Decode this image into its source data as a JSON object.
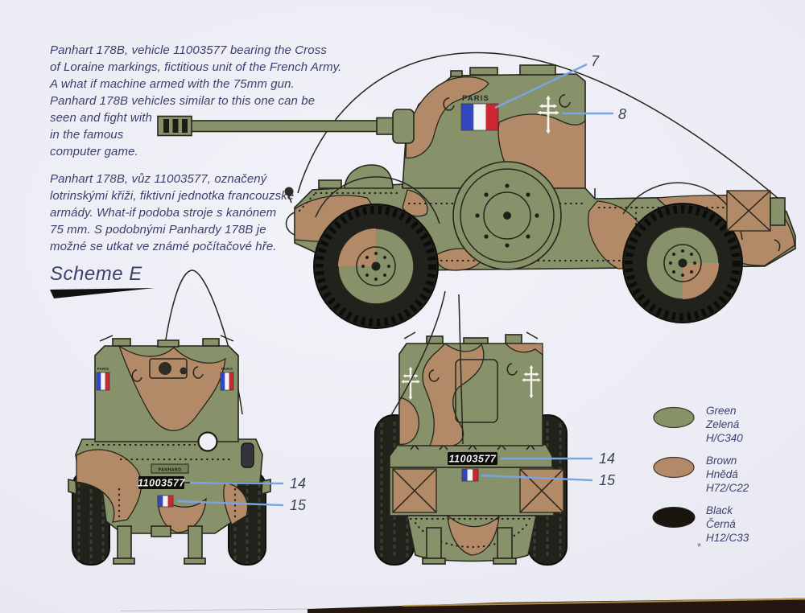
{
  "document": {
    "description_en": [
      "Panhart 178B, vehicle 11003577 bearing the Cross",
      "of Loraine markings, fictitious unit of the French Army.",
      "A what if machine armed with the 75mm gun.",
      "Panhard 178B vehicles similar to this one can be",
      "seen and fight with",
      "in the famous",
      "computer game."
    ],
    "description_cs": [
      "Panhart 178B, vůz 11003577, označený",
      "lotrinskými křiži, fiktivní jednotka francouzské",
      "armády. What-if podoba stroje s kanónem",
      "75 mm. S podobnými Panhardy 178B je",
      "možné se utkat ve známé počítačové hře."
    ],
    "scheme_label": "Scheme E",
    "footnote_mark": "*"
  },
  "markings": {
    "city_name": "PARIS",
    "registration_number": "11003577",
    "maker_plate": "PANHARD"
  },
  "callouts": {
    "flag_side": "7",
    "cross_side": "8",
    "plate": "14",
    "flag_small": "15"
  },
  "legend": [
    {
      "label_en": "Green",
      "label_cs": "Zelená",
      "code": "H/C340",
      "color": "#879266"
    },
    {
      "label_en": "Brown",
      "label_cs": "Hnědá",
      "code": "H72/C22",
      "color": "#b28a6a"
    },
    {
      "label_en": "Black",
      "label_cs": "Černá",
      "code": "H12/C33",
      "color": "#1a150f"
    }
  ],
  "colors": {
    "paper": "#eaeaf3",
    "ink": "#3c3f6d",
    "camo_green": "#87926a",
    "camo_brown": "#b28a68",
    "outline": "#26261c",
    "tire": "#22221d",
    "flag_blue": "#3347c0",
    "flag_red": "#cc2630",
    "callout_line": "#79a5e3",
    "plate_bg": "#0e0d0b",
    "plate_text": "#f2f2ee"
  }
}
